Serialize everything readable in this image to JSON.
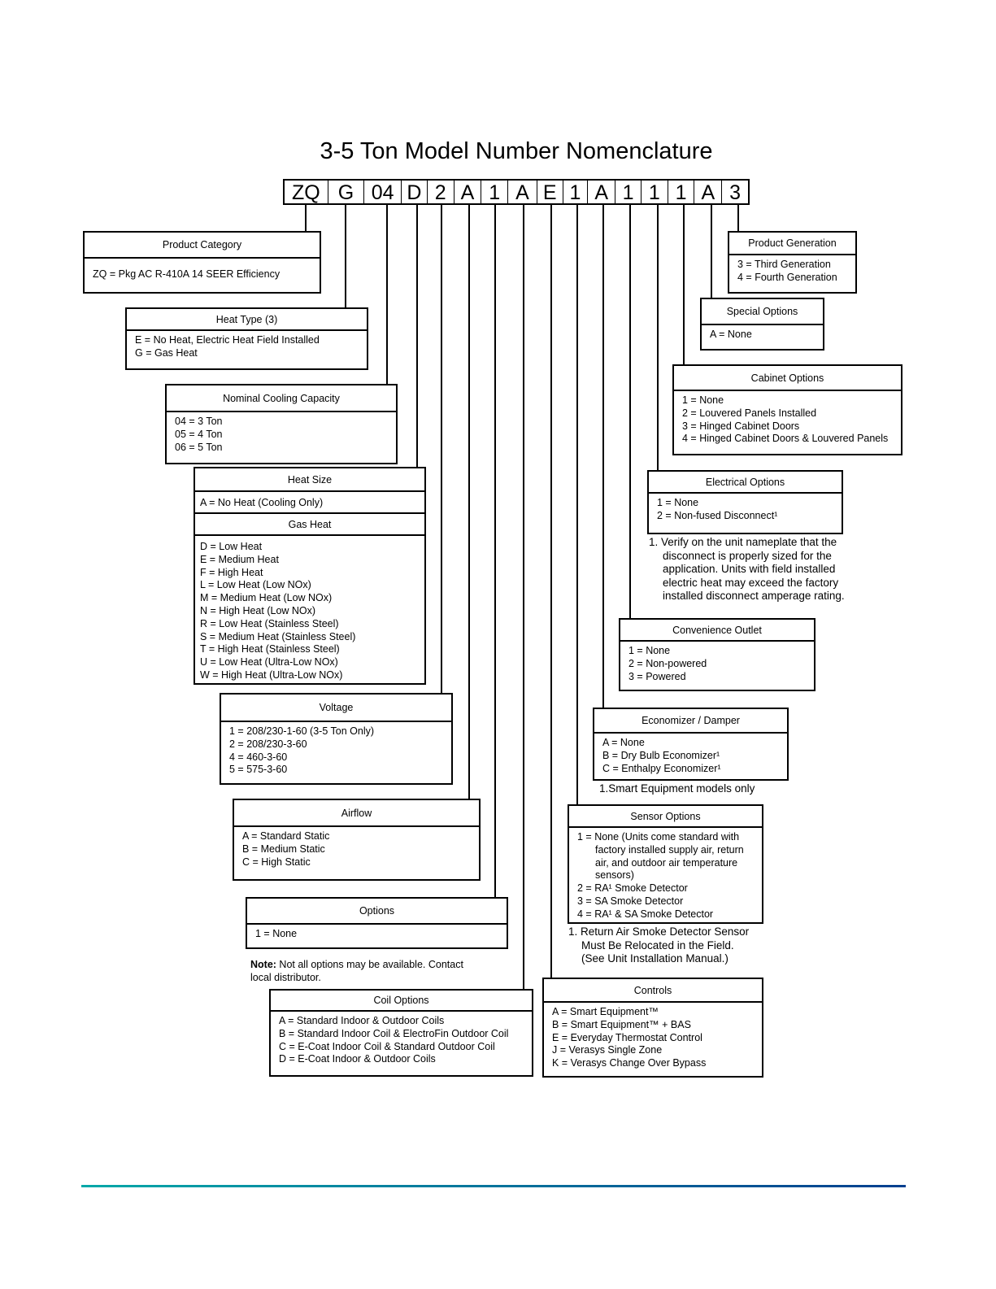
{
  "title": "3-5 Ton Model Number Nomenclature",
  "code": [
    "ZQ",
    "G",
    "04",
    "D",
    "2",
    "A",
    "1",
    "A",
    "E",
    "1",
    "A",
    "1",
    "1",
    "1",
    "A",
    "3"
  ],
  "boxes": {
    "product_category": {
      "title": "Product Category",
      "items": [
        "ZQ = Pkg AC R-410A 14 SEER Efficiency"
      ]
    },
    "heat_type": {
      "title": "Heat Type (3)",
      "items": [
        "E = No Heat, Electric Heat Field Installed",
        "G = Gas Heat"
      ]
    },
    "cooling": {
      "title": "Nominal Cooling Capacity",
      "items": [
        "04 = 3 Ton",
        "05 = 4 Ton",
        "06 = 5 Ton"
      ]
    },
    "heat_size": {
      "title": "Heat Size",
      "no_heat": "A = No Heat (Cooling Only)",
      "gas_title": "Gas Heat",
      "items": [
        "D = Low Heat",
        "E = Medium Heat",
        "F = High Heat",
        "L = Low Heat (Low NOx)",
        "M = Medium Heat (Low NOx)",
        "N = High Heat (Low NOx)",
        "R = Low Heat (Stainless Steel)",
        "S = Medium Heat (Stainless Steel)",
        "T = High Heat (Stainless Steel)",
        "U = Low Heat (Ultra-Low NOx)",
        "W = High Heat (Ultra-Low NOx)"
      ]
    },
    "voltage": {
      "title": "Voltage",
      "items": [
        "1 = 208/230-1-60 (3-5 Ton Only)",
        "2 = 208/230-3-60",
        "4 = 460-3-60",
        "5 = 575-3-60"
      ]
    },
    "airflow": {
      "title": "Airflow",
      "items": [
        "A = Standard Static",
        "B = Medium Static",
        "C = High Static"
      ]
    },
    "options": {
      "title": "Options",
      "items": [
        "1 = None"
      ]
    },
    "coil": {
      "title": "Coil Options",
      "items": [
        "A = Standard Indoor & Outdoor Coils",
        "B = Standard Indoor Coil & ElectroFin Outdoor Coil",
        "C = E-Coat Indoor Coil & Standard Outdoor Coil",
        "D = E-Coat Indoor & Outdoor Coils"
      ]
    },
    "controls": {
      "title": "Controls",
      "items": [
        "A = Smart Equipment™",
        "B = Smart Equipment™ + BAS",
        "E = Everyday Thermostat Control",
        "J = Verasys Single Zone",
        "K = Verasys Change Over Bypass"
      ]
    },
    "sensor": {
      "title": "Sensor Options",
      "items": [
        "1 = None (Units come standard with",
        "factory installed supply air, return",
        "air, and outdoor air temperature",
        "sensors)",
        "2 = RA¹ Smoke Detector",
        "3 = SA Smoke Detector",
        "4 = RA¹ & SA Smoke Detector"
      ]
    },
    "economizer": {
      "title": "Economizer / Damper",
      "items": [
        "A = None",
        "B = Dry Bulb Economizer¹",
        "C = Enthalpy Economizer¹"
      ]
    },
    "outlet": {
      "title": "Convenience Outlet",
      "items": [
        "1 = None",
        "2 = Non-powered",
        "3 = Powered"
      ]
    },
    "electrical": {
      "title": "Electrical Options",
      "items": [
        "1 = None",
        "2 = Non-fused Disconnect¹"
      ]
    },
    "cabinet": {
      "title": "Cabinet Options",
      "items": [
        "1 = None",
        "2 = Louvered Panels Installed",
        "3 = Hinged Cabinet Doors",
        "4 = Hinged Cabinet Doors & Louvered Panels"
      ]
    },
    "special": {
      "title": "Special Options",
      "items": [
        "A = None"
      ]
    },
    "generation": {
      "title": "Product Generation",
      "items": [
        "3 = Third Generation",
        "4 = Fourth Generation"
      ]
    }
  },
  "notes": {
    "electrical": [
      "1. Verify on the unit nameplate that the",
      "disconnect is properly sized for the",
      "application. Units with field installed",
      "electric heat may exceed the factory",
      "installed disconnect amperage rating."
    ],
    "economizer": [
      "1.Smart Equipment models only"
    ],
    "sensor": [
      "1. Return Air Smoke Detector Sensor",
      "Must Be Relocated in the Field.",
      "(See Unit Installation Manual.)"
    ],
    "general_bold": "Note:",
    "general": [
      " Not all options may be available. Contact",
      "local distributor."
    ]
  },
  "colors": {
    "footer_start": "#00a8a8",
    "footer_end": "#003f8f"
  }
}
